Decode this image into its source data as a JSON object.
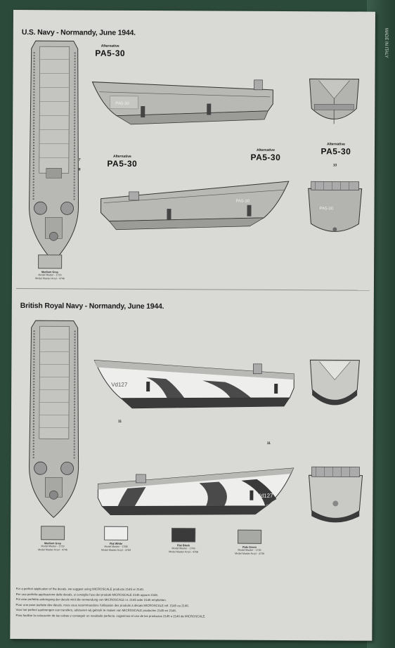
{
  "sections": [
    {
      "title": "U.S. Navy - Normandy, June 1944.",
      "alternative_label": "Alternative",
      "alternative_code": "PA5-30",
      "hull_marking": "PA5-30",
      "callouts": [
        "7",
        "8",
        "13"
      ],
      "paints": [
        {
          "name": "Medium Grey",
          "line1": "Model Master - 1723",
          "line2": "Model Master Acryl - 4746",
          "color": "#b9b9b6"
        }
      ]
    },
    {
      "title": "British Royal Navy - Normandy, June 1944.",
      "hull_marking": "Vd127",
      "callouts": [
        "11",
        "11"
      ],
      "paints": [
        {
          "name": "Medium Grey",
          "line1": "Model Master - 1723",
          "line2": "Model Master Acryl - 4746",
          "color": "#b6b6b3"
        },
        {
          "name": "Flat White",
          "line1": "Model Master - 1768",
          "line2": "Model Master Acryl - 4769",
          "color": "#ededeb"
        },
        {
          "name": "Flat Black",
          "line1": "Model Master - 1749",
          "line2": "Model Master Acryl - 4768",
          "color": "#3a3a3a"
        },
        {
          "name": "Pale Green",
          "line1": "Model Master - 1726",
          "line2": "Model Master Acryl - 4739",
          "color": "#a7aaa4"
        }
      ]
    }
  ],
  "footnote": [
    "For a perfect application of the decals, we suggest using MICROSCALE products 2145 or 2146.",
    "Per una perfetta applicazione delle decals, si consiglia l'uso dei prodotti MICROSCALE 2145 oppure 2146.",
    "Für eine perfekte anbringung der decals wird die verwendung von MICROSCALE nr. 2145 oder 2146 empfohlen.",
    "Pour une pose parfaite des décals, nous vous recommandons l'utilisation des produits à décals MICROSCALE réf. 2145 ou 2146.",
    "Voor het perfect aanbrengen van transfers, adviseren wij gebruik te maken van MICROSCALE producten 2145 en 2146.",
    "Para facilitar la colocación de las calcas y conseguir un resultado perfecto, sugerimos el uso de los productos 2145 o 2146 de MICROSCALE."
  ],
  "colors": {
    "paper": "#d9d9d6",
    "background": "#2c4a3a",
    "hull_grey": "#b8b8b5",
    "outline": "#333333",
    "camo_dark": "#4a4a4a",
    "camo_white": "#eeeeec"
  },
  "edge_text": "MADE IN ITALY"
}
